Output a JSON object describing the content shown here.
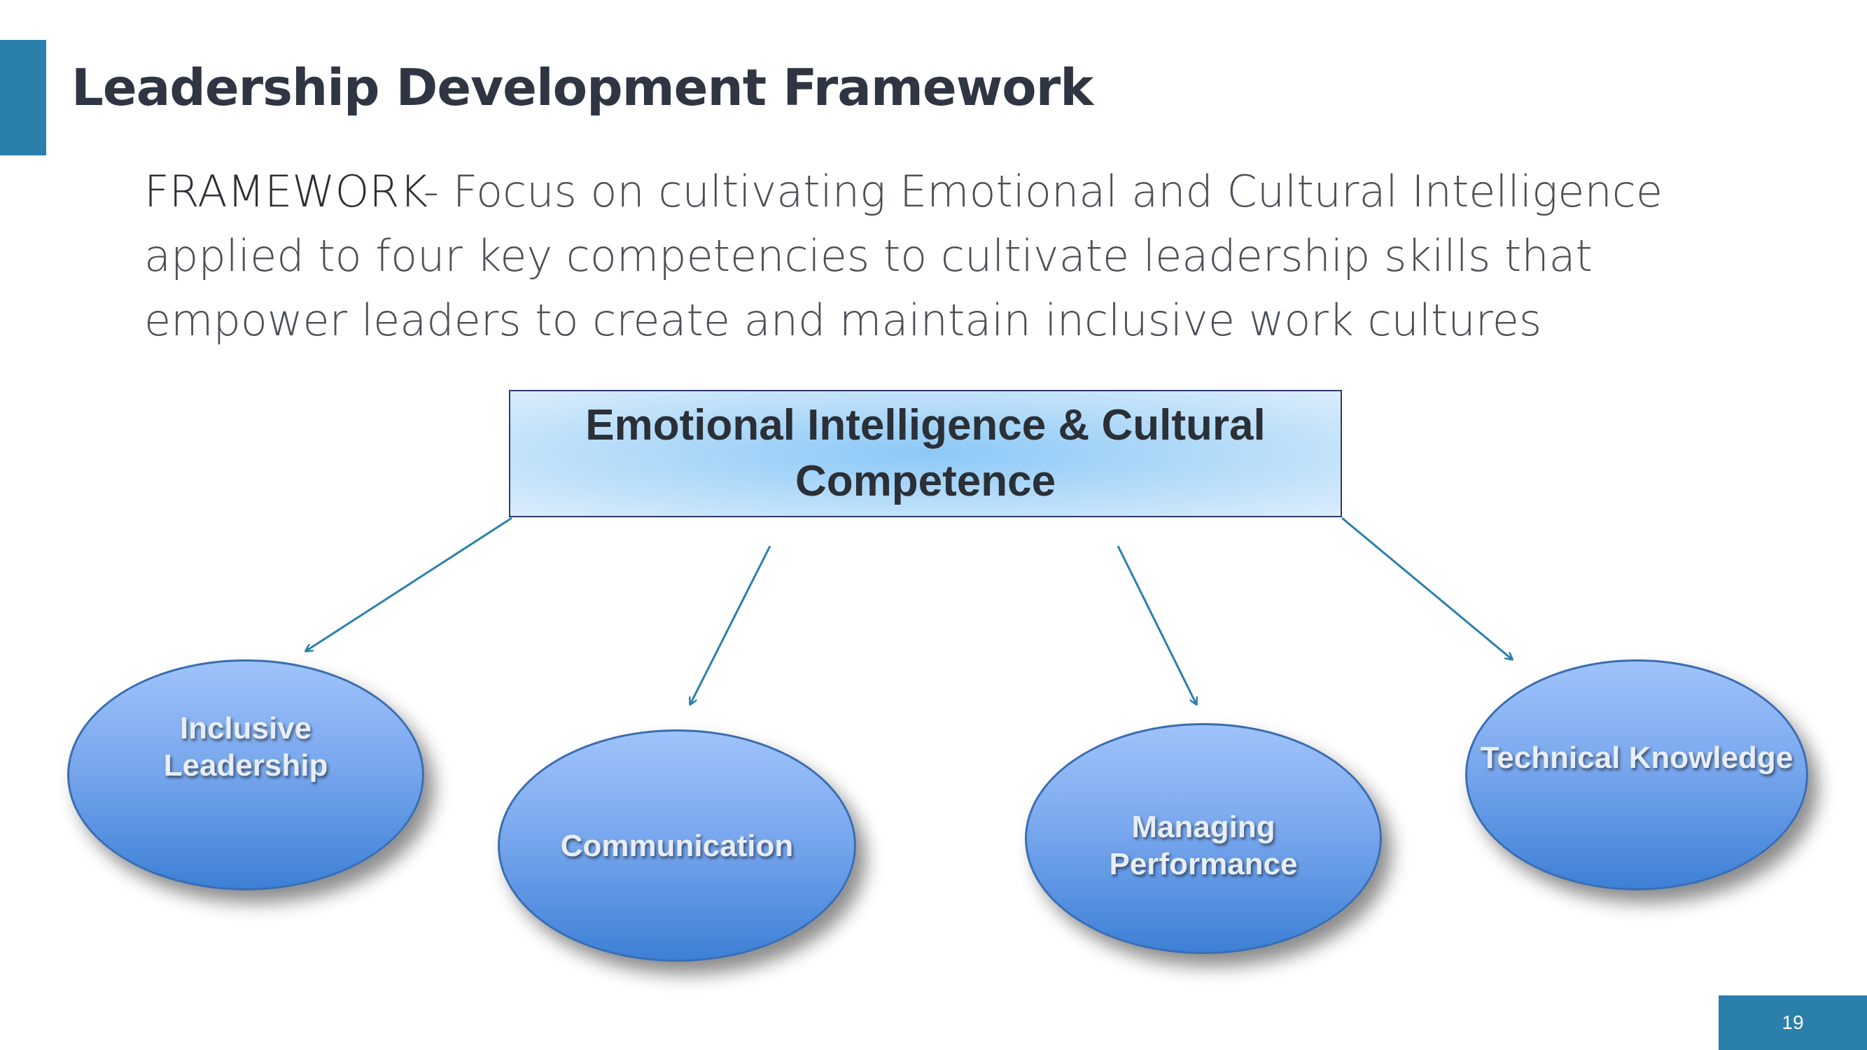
{
  "slide": {
    "title": "Leadership Development Framework",
    "intro_lead": "FRAMEWORK",
    "intro_text": "- Focus on cultivating Emotional and Cultural Intelligence applied to four key competencies to cultivate leadership skills that empower leaders to create and maintain inclusive work cultures",
    "page_number": "19"
  },
  "diagram": {
    "root": "Emotional Intelligence & Cultural Competence",
    "nodes": [
      {
        "label": "Inclusive Leadership"
      },
      {
        "label": "Communication"
      },
      {
        "label": "Managing Performance"
      },
      {
        "label": "Technical Knowledge"
      }
    ],
    "colors": {
      "accent": "#2a7fab",
      "node_fill": "#6f9fe8",
      "arrow": "#2a7fab",
      "box_border": "#2c3b6a"
    }
  }
}
